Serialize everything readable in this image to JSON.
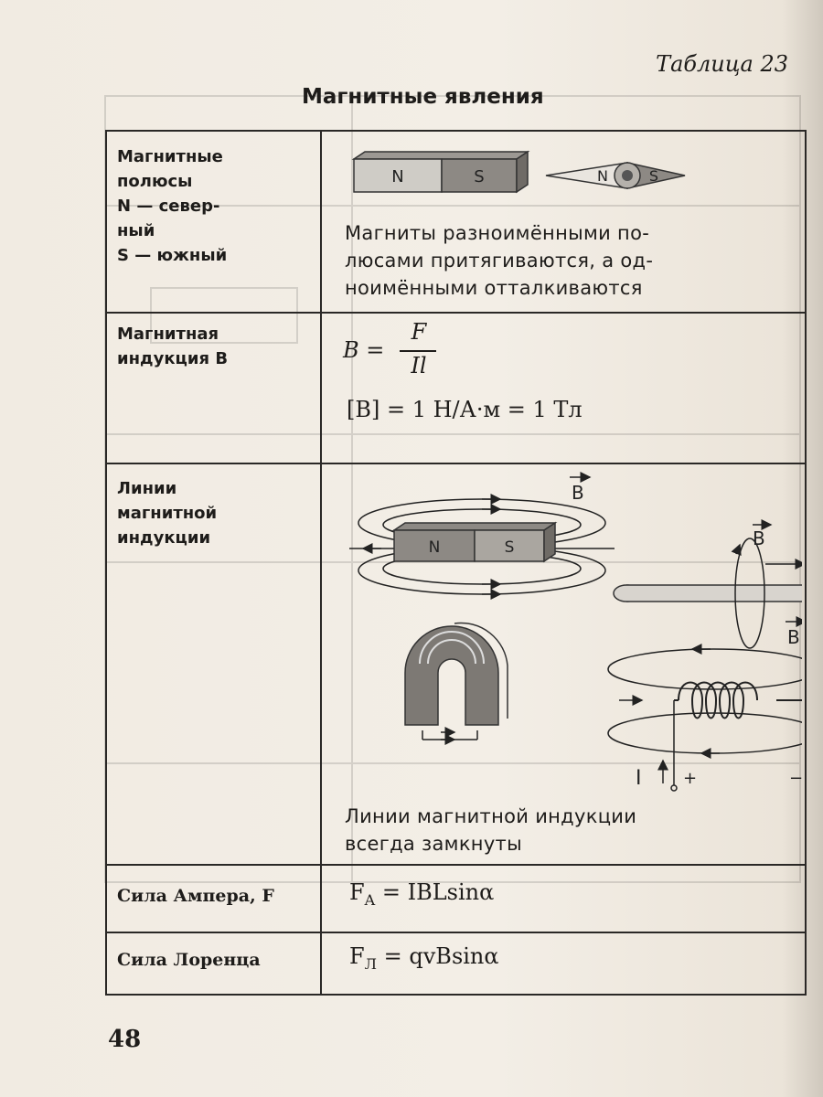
{
  "header": {
    "table_number": "Таблица 23",
    "title": "Магнитные явления"
  },
  "rows": [
    {
      "label_lines": [
        "Магнитные",
        "полюсы",
        "N — север-",
        "ный",
        "S — южный"
      ],
      "description_lines": [
        "Магниты разноимёнными по-",
        "люсами притягиваются, а од-",
        "ноимёнными отталкиваются"
      ],
      "magnet_labels": {
        "north": "N",
        "south": "S"
      },
      "compass_labels": {
        "north": "N",
        "south": "S"
      }
    },
    {
      "label_lines": [
        "Магнитная",
        "индукция В"
      ],
      "formula_lhs": "B =",
      "formula_num": "F",
      "formula_den": "Il",
      "unit": "[B] = 1 Н/А·м = 1 Тл"
    },
    {
      "label_lines": [
        "Линии",
        "магнитной",
        "индукции"
      ],
      "diagram_labels": {
        "b_vector": "B",
        "current": "I",
        "north": "N",
        "south": "S",
        "plus": "+",
        "minus": "−"
      },
      "description_lines": [
        "Линии магнитной индукции",
        "всегда замкнуты"
      ]
    },
    {
      "label": "Сила Ампера, F",
      "formula_main": "F",
      "formula_sub": "A",
      "formula_rest": " = IBLsinα"
    },
    {
      "label": "Сила Лоренца",
      "formula_main": "F",
      "formula_sub": "Л",
      "formula_rest": " = qvBsinα"
    }
  ],
  "page_number": "48"
}
